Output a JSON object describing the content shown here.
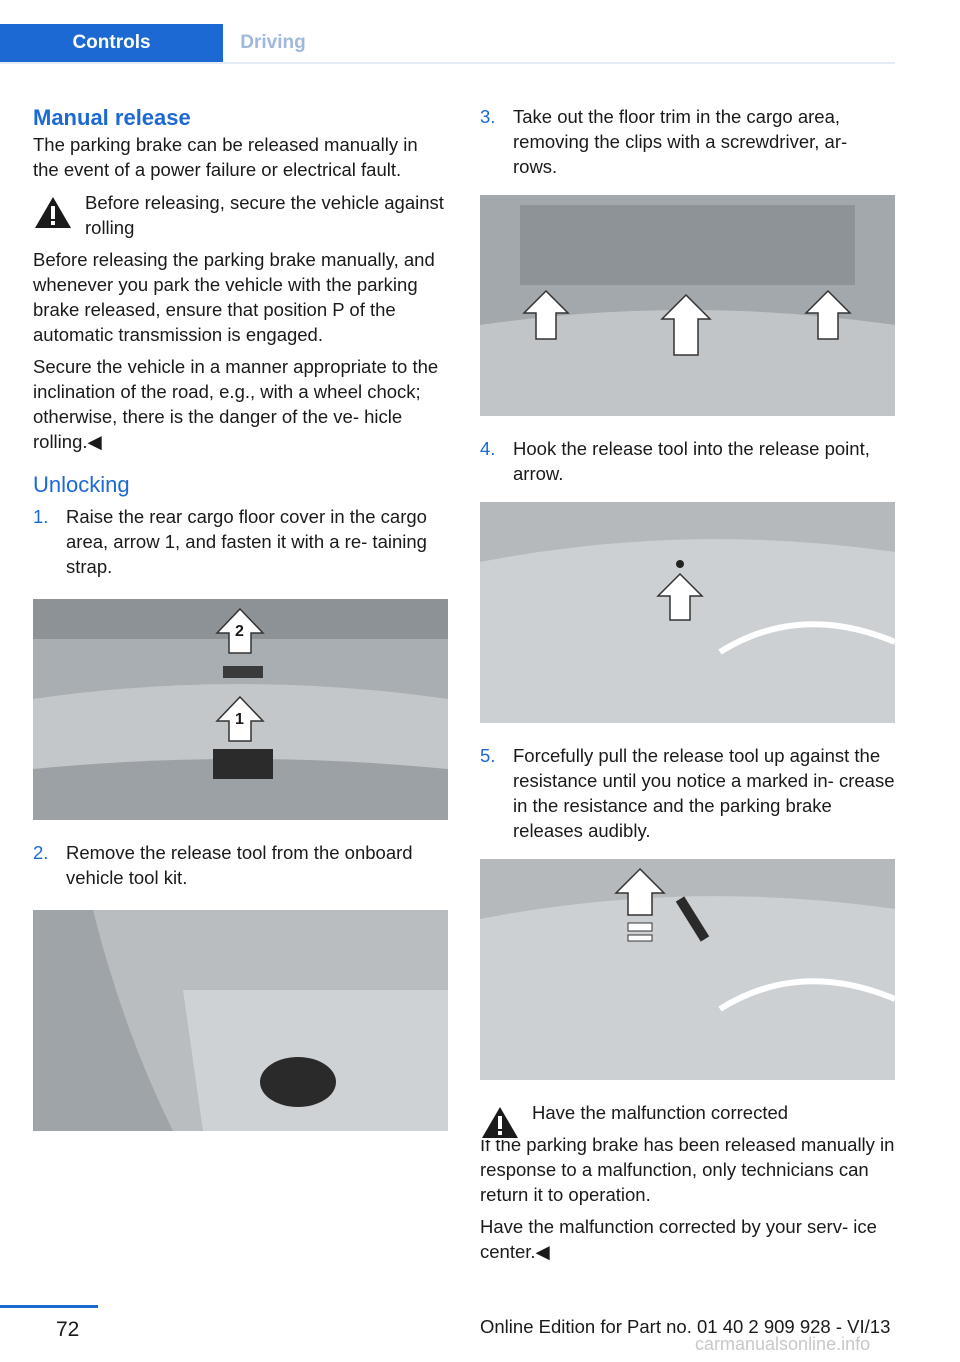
{
  "header": {
    "tab_active": "Controls",
    "tab_inactive": "Driving",
    "accent": "#1c69d4"
  },
  "left": {
    "heading": "Manual release",
    "intro": "The parking brake can be released manually in the event of a power failure or electrical fault.",
    "warning_icon": "warning-triangle-icon",
    "warning_title": "Before releasing, secure the vehicle against rolling",
    "para1": "Before releasing the parking brake manually, and whenever you park the vehicle with the parking brake released, ensure that position P of the automatic transmission is engaged.",
    "para2": "Secure the vehicle in a manner appropriate to the inclination of the road, e.g., with a wheel chock; otherwise, there is the danger of the ve‐ hicle rolling.◀",
    "subheading": "Unlocking",
    "step1_num": "1.",
    "step1": "Raise the rear cargo floor cover in the cargo area, arrow 1, and fasten it with a re‐ taining strap.",
    "fig1_label_2": "2",
    "fig1_label_1": "1",
    "step2_num": "2.",
    "step2": "Remove the release tool from the onboard vehicle tool kit."
  },
  "right": {
    "step3_num": "3.",
    "step3": "Take out the floor trim in the cargo area, removing the clips with a screwdriver, ar‐ rows.",
    "step4_num": "4.",
    "step4": "Hook the release tool into the release point, arrow.",
    "step5_num": "5.",
    "step5": "Forcefully pull the release tool up against the resistance until you notice a marked in‐ crease in the resistance and the parking brake releases audibly.",
    "warning_icon": "warning-triangle-icon",
    "warning_title": "Have the malfunction corrected",
    "warning_text": "If the parking brake has been released manually in response to a malfunction, only technicians can return it to operation.",
    "closing": "Have the malfunction corrected by your serv‐ ice center.◀"
  },
  "footer": {
    "page_number": "72",
    "edition": "Online Edition for Part no. 01 40 2 909 928 - VI/13",
    "watermark": "carmanualsonline.info"
  }
}
